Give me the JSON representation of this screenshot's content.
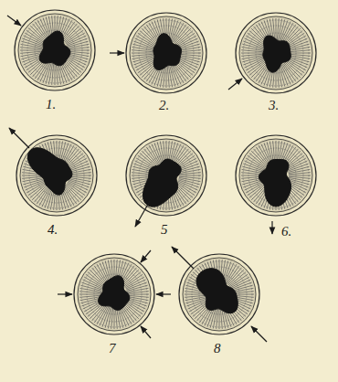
{
  "diagram": {
    "labels": [
      "1.",
      "2.",
      "3.",
      "4.",
      "5",
      "6.",
      "7",
      "8"
    ]
  }
}
